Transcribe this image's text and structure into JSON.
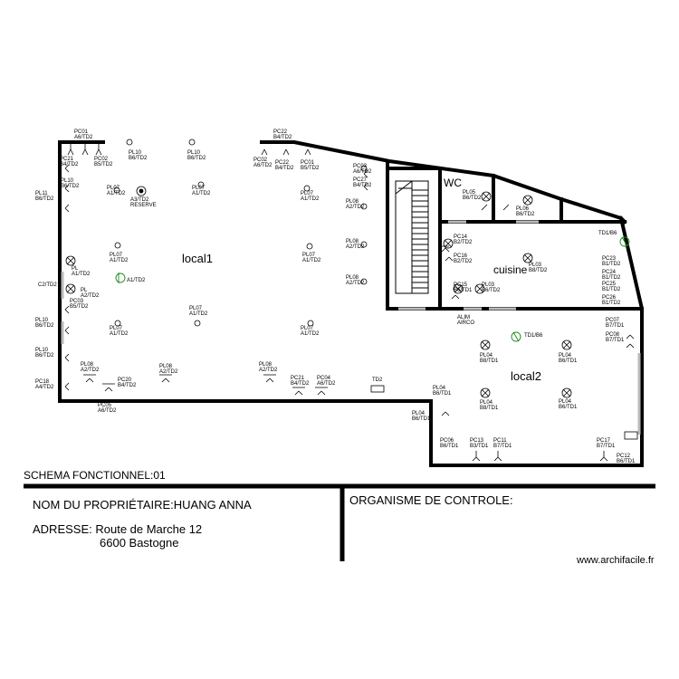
{
  "footer": {
    "schema": "SCHEMA FONCTIONNEL:01",
    "owner": "NOM DU PROPRIÉTAIRE:HUANG ANNA",
    "address_line1": "ADRESSE: Route de Marche 12",
    "address_line2": "6600 Bastogne",
    "organism": "ORGANISME DE CONTROLE:",
    "website": "www.archifacile.fr"
  },
  "rooms": {
    "local1": "local1",
    "local2": "local2",
    "cuisine": "cuisine",
    "wc": "WC"
  },
  "labels": [
    [
      "PC01",
      "A6/TD2"
    ],
    [
      "PC21",
      "B4/TD2"
    ],
    [
      "PC02",
      "B5/TD2"
    ],
    [
      "PL10",
      "B6/TD2"
    ],
    [
      "PL10",
      "B6/TD2"
    ],
    [
      "PL10",
      "B6/TD2"
    ],
    [
      "PL11",
      "B6/TD2"
    ],
    [
      "PL07",
      "A1/TD2"
    ],
    [
      "A3/TD2",
      "RESERVE"
    ],
    [
      "PL07",
      "A1/TD2"
    ],
    [
      "PC22",
      "B4/TD2"
    ],
    [
      "PC02",
      "A6/TD2"
    ],
    [
      "PC22",
      "B4/TD2"
    ],
    [
      "PC01",
      "B5/TD2"
    ],
    [
      "PL07",
      "A1/TD2"
    ],
    [
      "PC03",
      "A6/TD2"
    ],
    [
      "PC27",
      "B4/TD2"
    ],
    [
      "PL08",
      "A2/TD2"
    ],
    [
      "PL08",
      "A2/TD2"
    ],
    [
      "PL08",
      "A2/TD2"
    ],
    [
      "PL07",
      "A1/TD2"
    ],
    [
      "PL07",
      "A1/TD2"
    ],
    [
      "PL",
      "A1/TD2"
    ],
    [
      "PL",
      "A2/TD2"
    ],
    [
      "C2/TD2",
      ""
    ],
    [
      "PC03",
      "B5/TD2"
    ],
    [
      "A1/TD2",
      ""
    ],
    [
      "PL07",
      "A1/TD2"
    ],
    [
      "PL07",
      "A1/TD2"
    ],
    [
      "PL07",
      "A1/TD2"
    ],
    [
      "PL10",
      "B6/TD2"
    ],
    [
      "PL10",
      "B6/TD2"
    ],
    [
      "PC18",
      "A4/TD2"
    ],
    [
      "PL08",
      "A2/TD2"
    ],
    [
      "PC20",
      "B4/TD2"
    ],
    [
      "PL08",
      "A2/TD2"
    ],
    [
      "PL08",
      "A2/TD2"
    ],
    [
      "PC21",
      "B4/TD2"
    ],
    [
      "PC04",
      "A6/TD2"
    ],
    [
      "TD2",
      ""
    ],
    [
      "PC05",
      "A6/TD2"
    ],
    [
      "PL05",
      "B6/TD2"
    ],
    [
      "PL06",
      "B6/TD2"
    ],
    [
      "PC14",
      "B2/TD2"
    ],
    [
      "PC16",
      "B2/TD2"
    ],
    [
      "PL03",
      "B8/TD2"
    ],
    [
      "PC15",
      "B6/TD1"
    ],
    [
      "PL03",
      "B6/TD2"
    ],
    [
      "TD1/B6",
      ""
    ],
    [
      "PC23",
      "B1/TD2"
    ],
    [
      "PC24",
      "B1/TD2"
    ],
    [
      "PC25",
      "B1/TD2"
    ],
    [
      "PC26",
      "B1/TD2"
    ],
    [
      "ALIM",
      "AIRCO"
    ],
    [
      "TD1/B6",
      ""
    ],
    [
      "PC07",
      "B7/TD1"
    ],
    [
      "PC08",
      "B7/TD1"
    ],
    [
      "PL04",
      "B8/TD1"
    ],
    [
      "PL04",
      "B6/TD1"
    ],
    [
      "PL04",
      "B6/TD1"
    ],
    [
      "PL04",
      "B8/TD1"
    ],
    [
      "PL04",
      "B6/TD1"
    ],
    [
      "PL04",
      "B6/TD1"
    ],
    [
      "PC06",
      "B6/TD1"
    ],
    [
      "PC13",
      "B3/TD1"
    ],
    [
      "PC11",
      "B7/TD1"
    ],
    [
      "PC17",
      "B7/TD1"
    ],
    [
      "PC12",
      "B6/TD1"
    ],
    [
      "TD1",
      ""
    ]
  ]
}
